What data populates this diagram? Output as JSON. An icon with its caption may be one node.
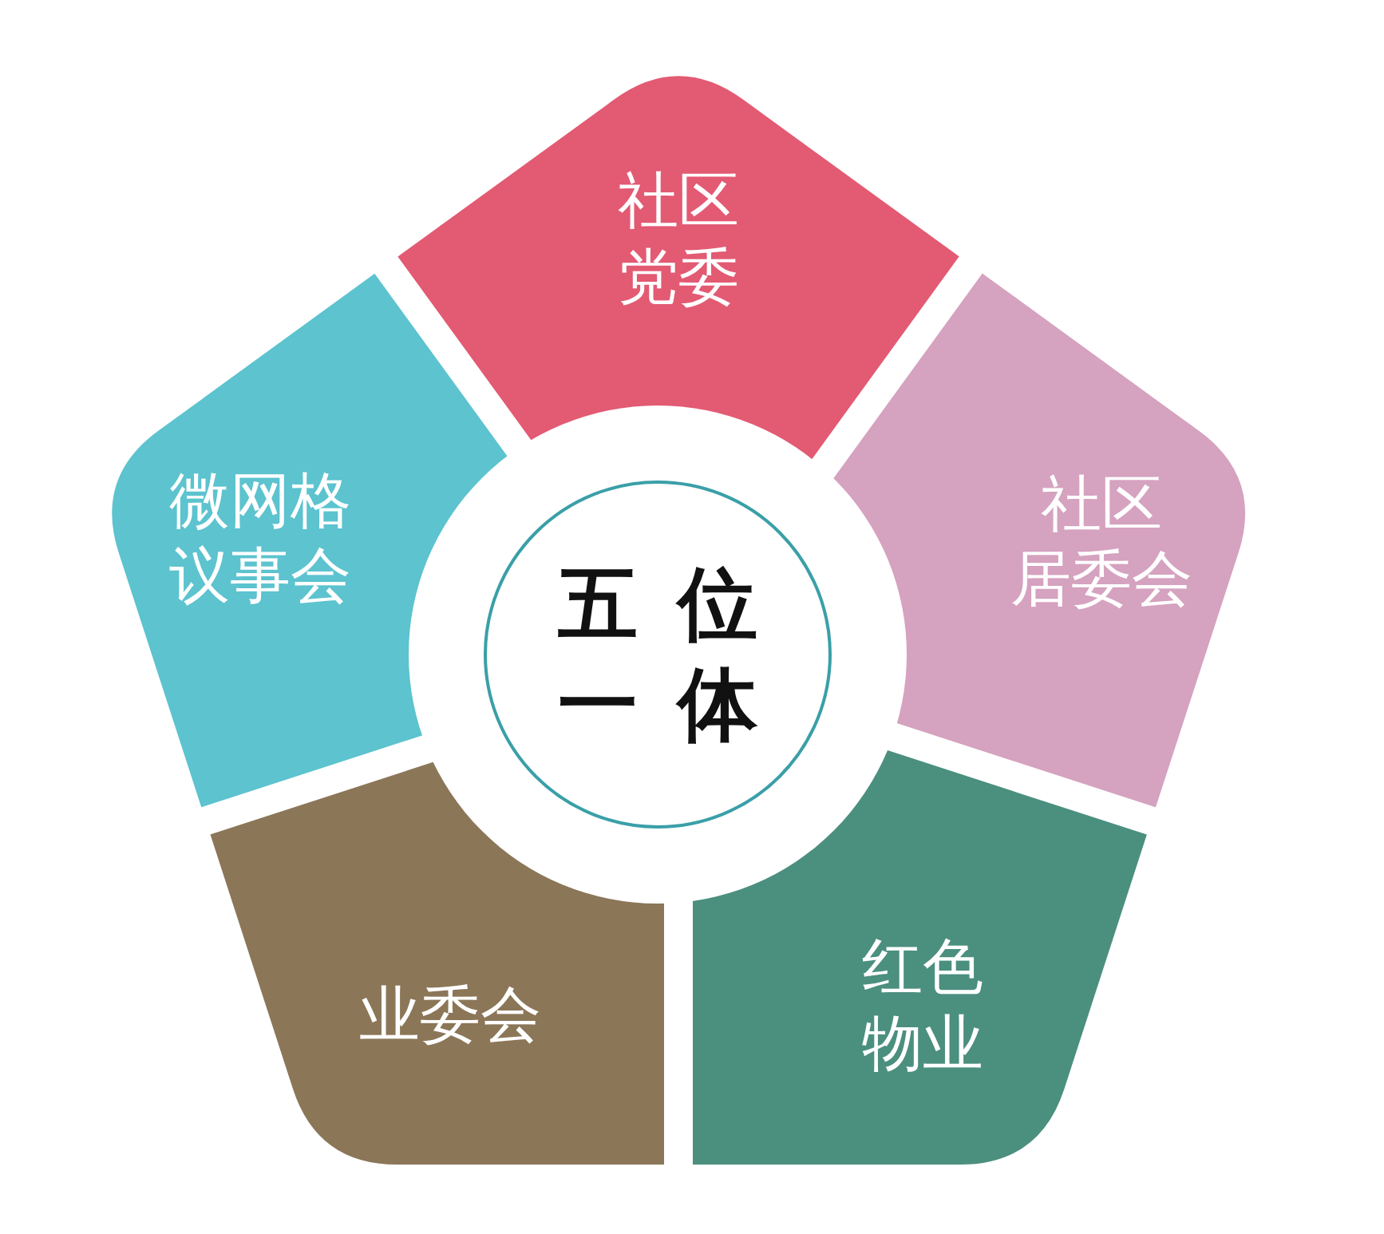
{
  "diagram": {
    "nodes": [
      {
        "text": [
          "社区党委"
        ]
      },
      {
        "text": [
          "微网格议事会"
        ]
      },
      {
        "text": [
          "五位一体"
        ]
      },
      {
        "text": [
          "社区居委会"
        ]
      },
      {
        "text": [
          "业委会"
        ]
      },
      {
        "text": [
          "红色物业"
        ]
      }
    ]
  }
}
